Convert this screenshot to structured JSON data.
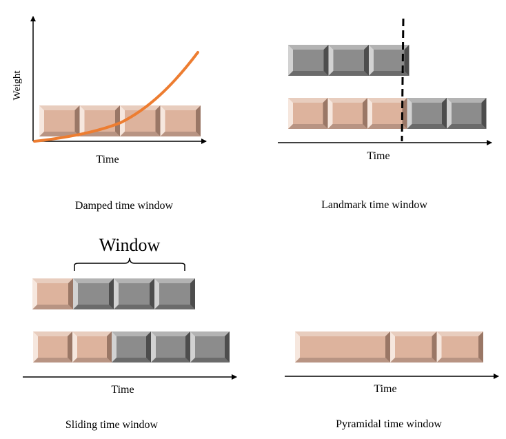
{
  "panels": {
    "damped": {
      "caption": "Damped time window",
      "x_label": "Time",
      "y_label": "Weight",
      "blocks": [
        "peach",
        "peach",
        "peach",
        "peach"
      ],
      "curve_color": "#ED7D31"
    },
    "landmark": {
      "caption": "Landmark time window",
      "x_label": "Time",
      "top_row": [
        "gray",
        "gray",
        "gray"
      ],
      "bottom_row": [
        "peach",
        "peach",
        "peach",
        "gray",
        "gray"
      ],
      "marker_style": "dashed"
    },
    "sliding": {
      "caption": "Sliding time window",
      "x_label": "Time",
      "window_label": "Window",
      "top_row": [
        "peach",
        "gray",
        "gray",
        "gray"
      ],
      "bottom_row": [
        "peach",
        "peach",
        "gray",
        "gray",
        "gray"
      ]
    },
    "pyramidal": {
      "caption": "Pyramidal time window",
      "x_label": "Time",
      "blocks": [
        "peach-wide",
        "peach",
        "peach"
      ]
    }
  },
  "colors": {
    "peach": "#DDB39D",
    "peach_light": "#F6E7DE",
    "peach_dark": "#9A7766",
    "gray": "#8C8C8C",
    "gray_light": "#D2D2D2",
    "gray_dark": "#4D4D4D"
  }
}
